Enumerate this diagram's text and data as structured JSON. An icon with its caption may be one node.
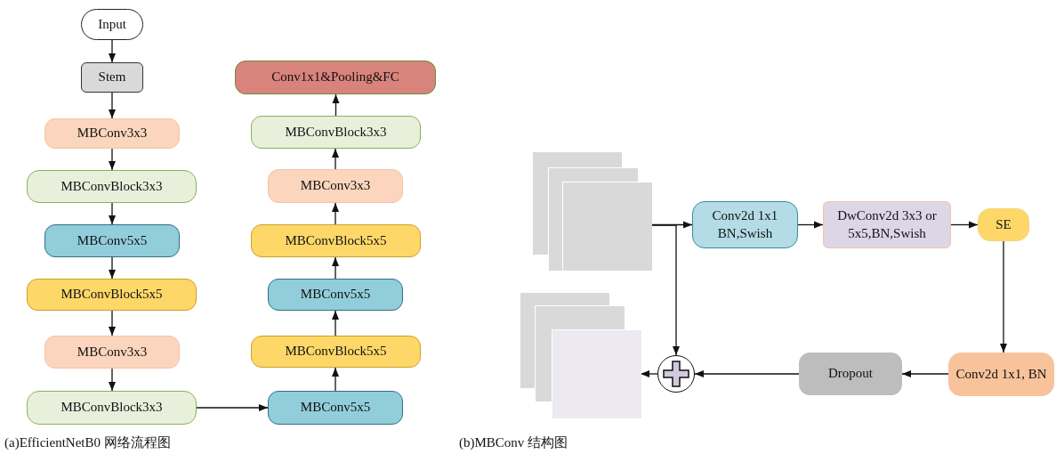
{
  "diagram": {
    "nodes": [
      {
        "text": [
          "Input"
        ]
      },
      {
        "text": [
          "Stem"
        ]
      },
      {
        "text": [
          "MBConv3x3"
        ]
      },
      {
        "text": [
          "MBConvBlock3x3"
        ]
      },
      {
        "text": [
          "MBConv5x5"
        ]
      },
      {
        "text": [
          "MBConvBlock5x5"
        ]
      },
      {
        "text": [
          "MBConv3x3"
        ]
      },
      {
        "text": [
          "MBConvBlock3x3"
        ]
      },
      {
        "text": [
          "MBConv5x5"
        ]
      },
      {
        "text": [
          "MBConvBlock5x5"
        ]
      },
      {
        "text": [
          "MBConv5x5"
        ]
      },
      {
        "text": [
          "MBConvBlock5x5"
        ]
      },
      {
        "text": [
          "MBConv3x3"
        ]
      },
      {
        "text": [
          "MBConvBlock3x3"
        ]
      },
      {
        "text": [
          "Conv1x1&Pooling&FC"
        ]
      },
      {
        "text": [],
        "shape": "box"
      },
      {
        "text": [
          "Conv2d 1x1 BN,Swish"
        ]
      },
      {
        "text": [
          "DwConv2d 3x3 or 5x5,BN,Swish"
        ]
      },
      {
        "text": [
          "SE"
        ]
      },
      {
        "text": [],
        "shape": "box"
      },
      {
        "text": [],
        "shape": "circle"
      },
      {
        "text": [
          "Dropout"
        ]
      },
      {
        "text": [
          "Conv2d 1x1, BN"
        ]
      }
    ],
    "edges": [
      {
        "from": 0,
        "to": 1,
        "arrow": "to"
      },
      {
        "from": 1,
        "to": 2,
        "arrow": "to"
      },
      {
        "from": 2,
        "to": 3,
        "arrow": "to"
      },
      {
        "from": 3,
        "to": 4,
        "arrow": "to"
      },
      {
        "from": 4,
        "to": 5,
        "arrow": "to"
      },
      {
        "from": 5,
        "to": 6,
        "arrow": "to"
      },
      {
        "from": 6,
        "to": 7,
        "arrow": "to"
      },
      {
        "from": 7,
        "to": 8,
        "arrow": "to"
      },
      {
        "from": 8,
        "to": 9,
        "arrow": "to"
      },
      {
        "from": 9,
        "to": 10,
        "arrow": "to"
      },
      {
        "from": 10,
        "to": 11,
        "arrow": "to"
      },
      {
        "from": 11,
        "to": 12,
        "arrow": "to"
      },
      {
        "from": 12,
        "to": 13,
        "arrow": "to"
      },
      {
        "from": 13,
        "to": 14,
        "arrow": "to"
      },
      {
        "from": 15,
        "to": 16,
        "arrow": "to"
      },
      {
        "from": 15,
        "to": 20,
        "arrow": "to"
      },
      {
        "from": 16,
        "to": 17,
        "arrow": "to"
      },
      {
        "from": 17,
        "to": 18,
        "arrow": "to"
      },
      {
        "from": 18,
        "to": 22,
        "arrow": "to"
      },
      {
        "from": 22,
        "to": 21,
        "arrow": "to"
      },
      {
        "from": 21,
        "to": 20,
        "arrow": "to"
      },
      {
        "from": 20,
        "to": 19,
        "arrow": "to"
      }
    ],
    "labels": [
      "(a)EfficientNetB0 网络流程图",
      "(b)MBConv 结构图"
    ]
  }
}
